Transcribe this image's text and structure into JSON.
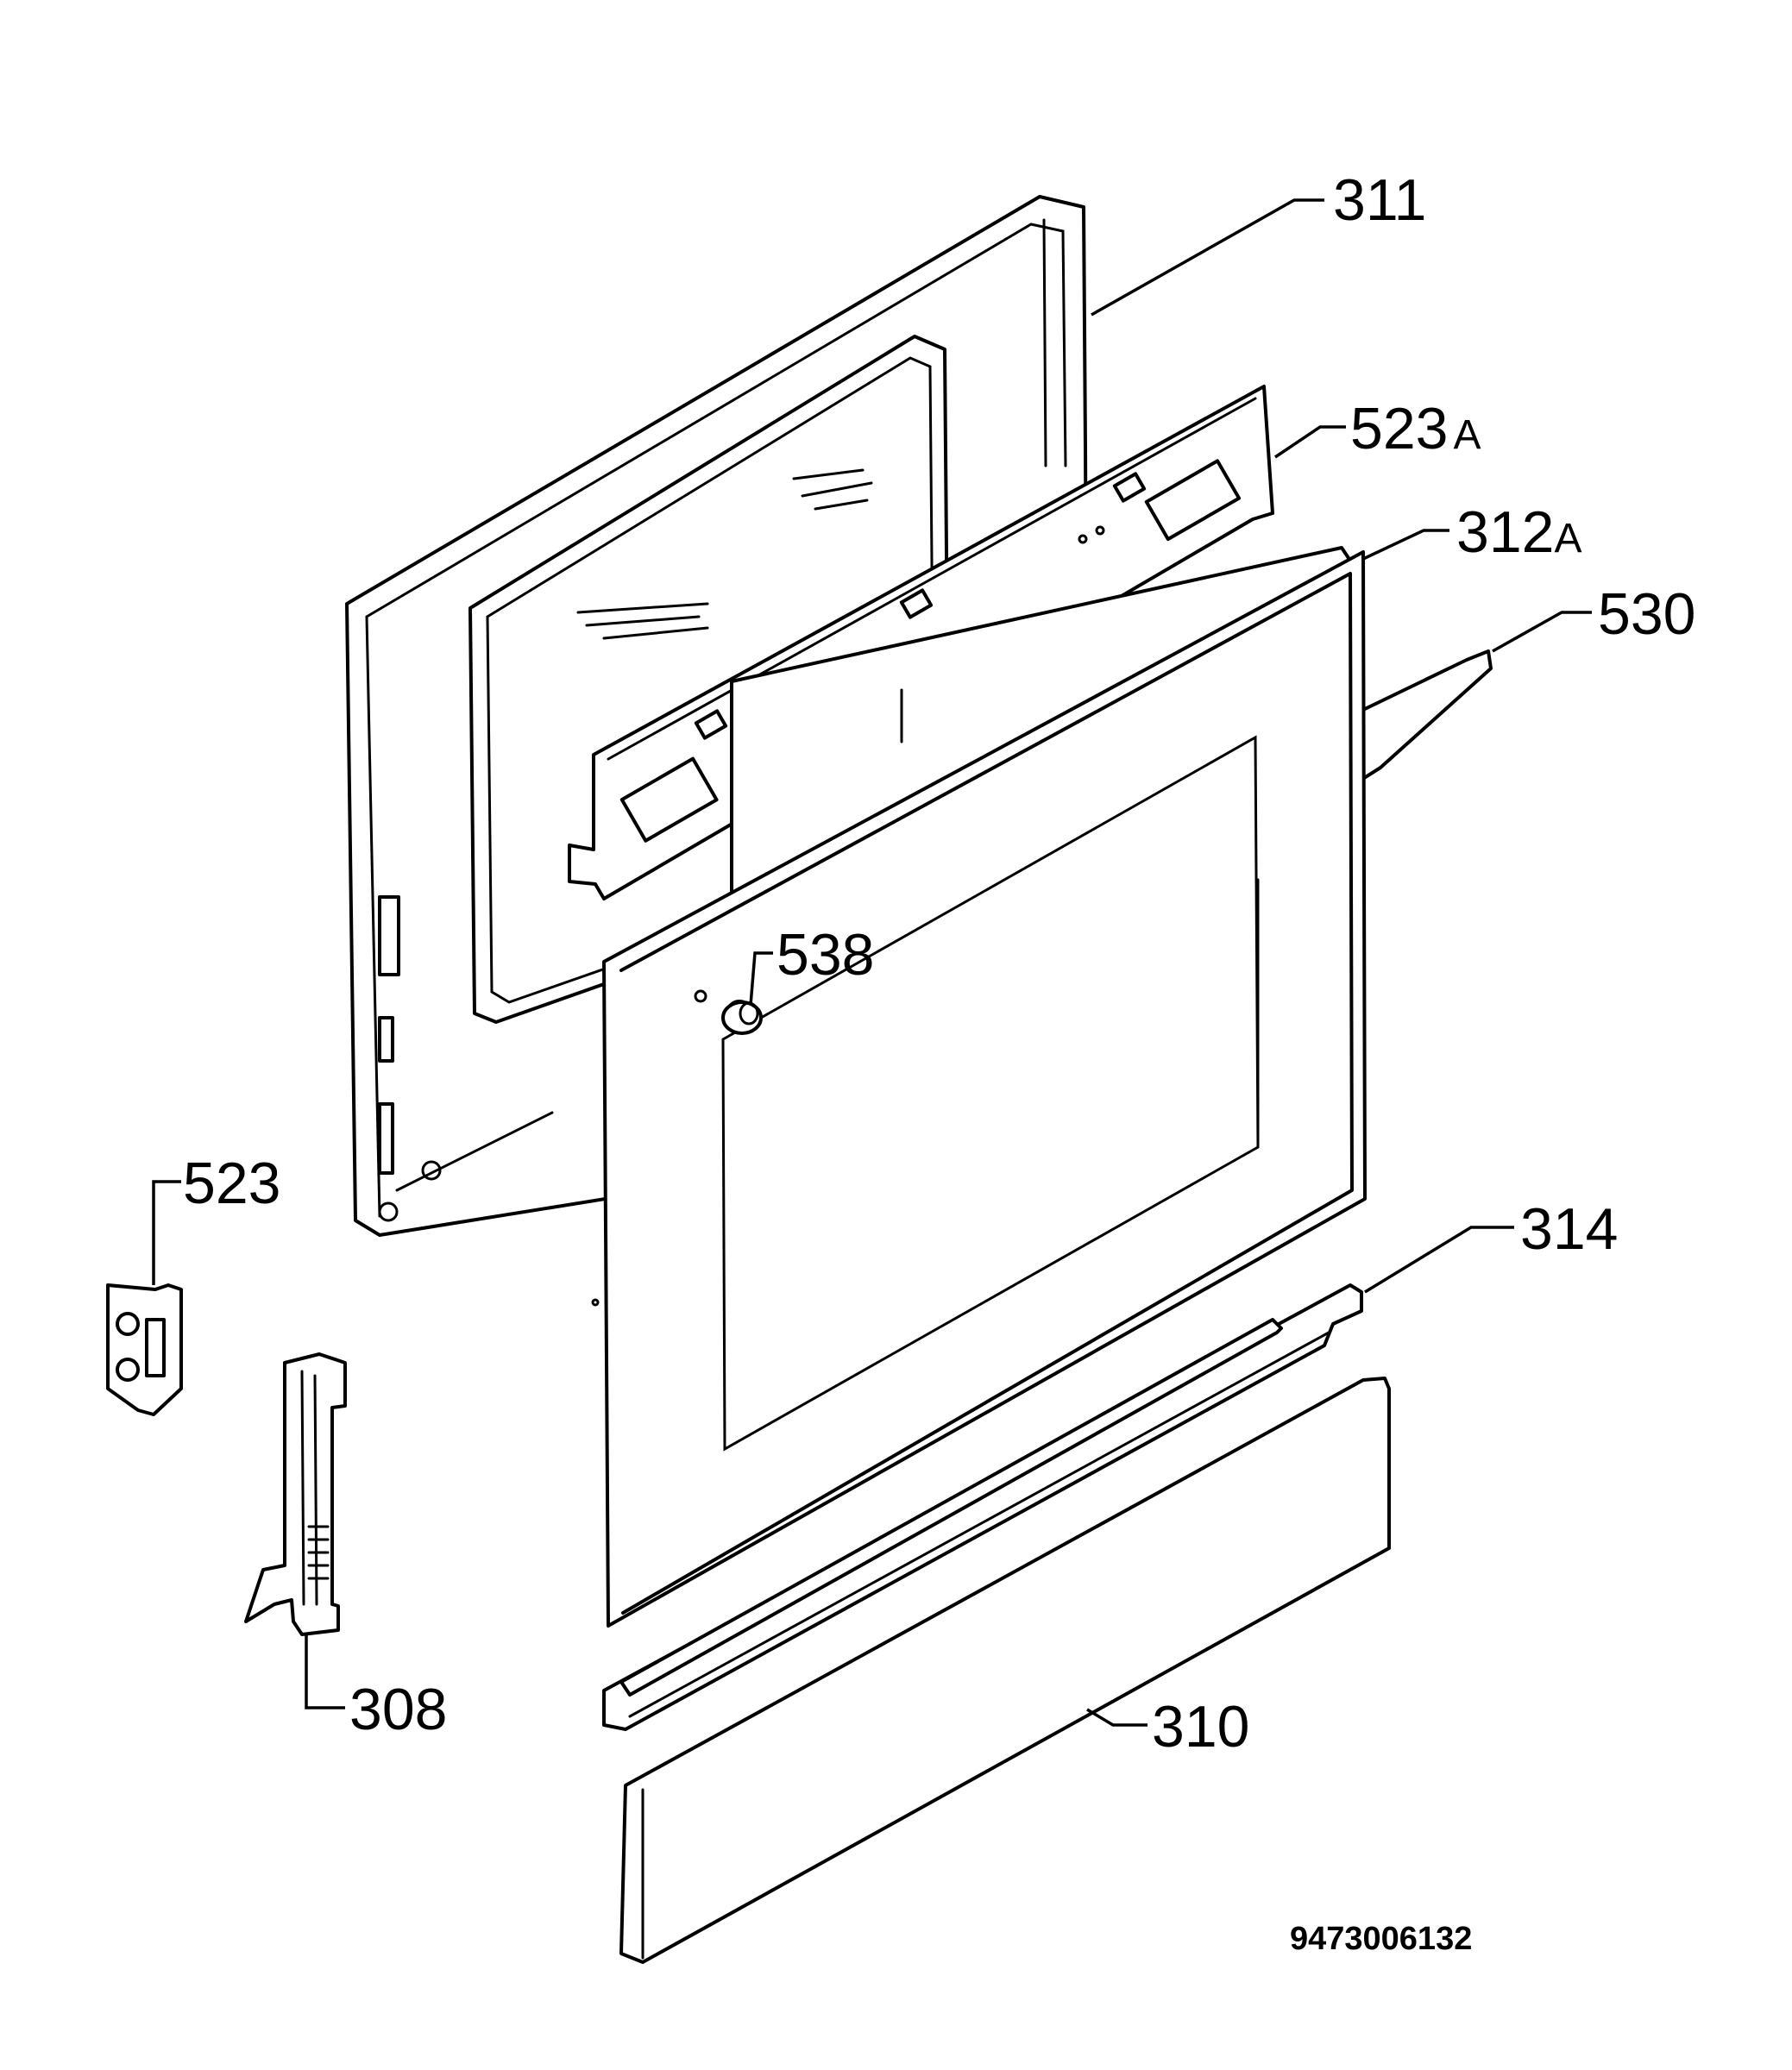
{
  "diagram_number": "9473006132",
  "parts": [
    {
      "id": "311",
      "number": "311",
      "suffix": ""
    },
    {
      "id": "523A",
      "number": "523",
      "suffix": "A"
    },
    {
      "id": "312A",
      "number": "312",
      "suffix": "A"
    },
    {
      "id": "530",
      "number": "530",
      "suffix": ""
    },
    {
      "id": "538",
      "number": "538",
      "suffix": ""
    },
    {
      "id": "523",
      "number": "523",
      "suffix": ""
    },
    {
      "id": "314",
      "number": "314",
      "suffix": ""
    },
    {
      "id": "308",
      "number": "308",
      "suffix": ""
    },
    {
      "id": "310",
      "number": "310",
      "suffix": ""
    }
  ]
}
